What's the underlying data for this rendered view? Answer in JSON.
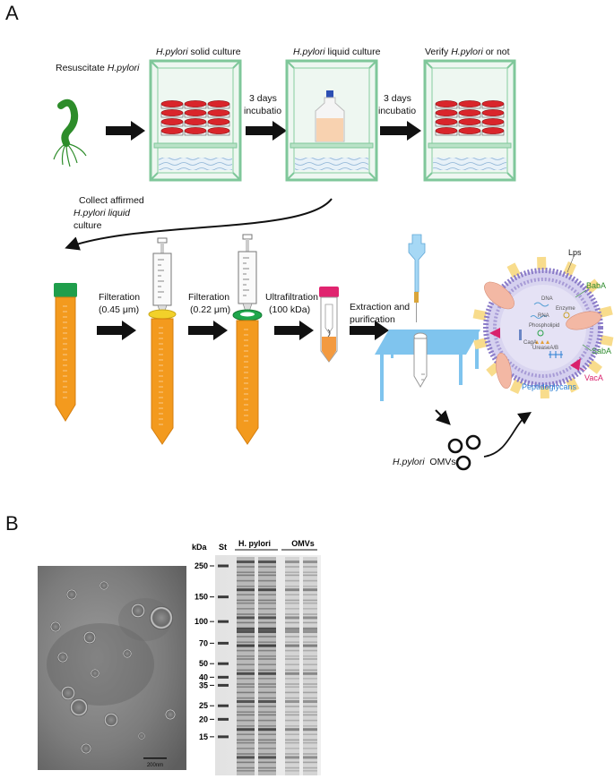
{
  "panel_a": {
    "letter": "A",
    "resuscitate_prefix": "Resuscitate ",
    "resuscitate_species": "H.pylori",
    "solid_species": "H.pylori",
    "solid_suffix": " solid culture",
    "liquid_species": "H.pylori",
    "liquid_suffix": " liquid culture",
    "verify_prefix": "Verify ",
    "verify_species": "H.pylori",
    "verify_suffix": " or not",
    "incubation1_line1": "3 days",
    "incubation1_line2": "incubatio",
    "incubation2_line1": "3 days",
    "incubation2_line2": "incubatio",
    "collect_line1": "Collect affirmed",
    "collect_line2": "H.pylori liquid",
    "collect_line3": "culture",
    "filter1_line1": "Filteration",
    "filter1_line2": "(0.45 μm)",
    "filter2_line1": "Filteration",
    "filter2_line2": "(0.22 μm)",
    "ultra_line1": "Ultrafiltration",
    "ultra_line2": "(100 kDa)",
    "extract_line1": "Extraction and",
    "extract_line2": "purification",
    "omv_species": "H.pylori",
    "omv_suffix": "  OMVs",
    "omv_labels": {
      "lps": "Lps",
      "baba": "BabA",
      "saba": "SabA",
      "vaca": "VacA",
      "peptidoglycans": "Peptidoglycans",
      "dna": "DNA",
      "enzyme": "Enzyme",
      "rna": "RNA",
      "phospholipid": "Phospholipid",
      "caga": "CagA",
      "urease": "UreaseA/B"
    },
    "colors": {
      "incubator_green": "#7fc79a",
      "plate_red": "#d9252b",
      "tube_orange": "#f39a1e",
      "cap_green": "#1f9e4b",
      "cap_pink": "#e0246f",
      "table_blue": "#7fc4ee",
      "omv_purple": "#8a7bc8",
      "lps_yellow": "#f8dc8c",
      "protein_salmon": "#f3b8a4"
    }
  },
  "panel_b": {
    "letter": "B",
    "scale_bar": "200nm",
    "gel": {
      "kda_header": "kDa",
      "st_header": "St",
      "group1": "H. pylori",
      "group2": "OMVs",
      "markers": [
        {
          "label": "250",
          "kda": 250
        },
        {
          "label": "150",
          "kda": 150
        },
        {
          "label": "100",
          "kda": 100
        },
        {
          "label": "70",
          "kda": 70
        },
        {
          "label": "50",
          "kda": 50
        },
        {
          "label": "40",
          "kda": 40
        },
        {
          "label": "35",
          "kda": 35
        },
        {
          "label": "25",
          "kda": 25
        },
        {
          "label": "20",
          "kda": 20
        },
        {
          "label": "15",
          "kda": 15
        }
      ]
    }
  }
}
